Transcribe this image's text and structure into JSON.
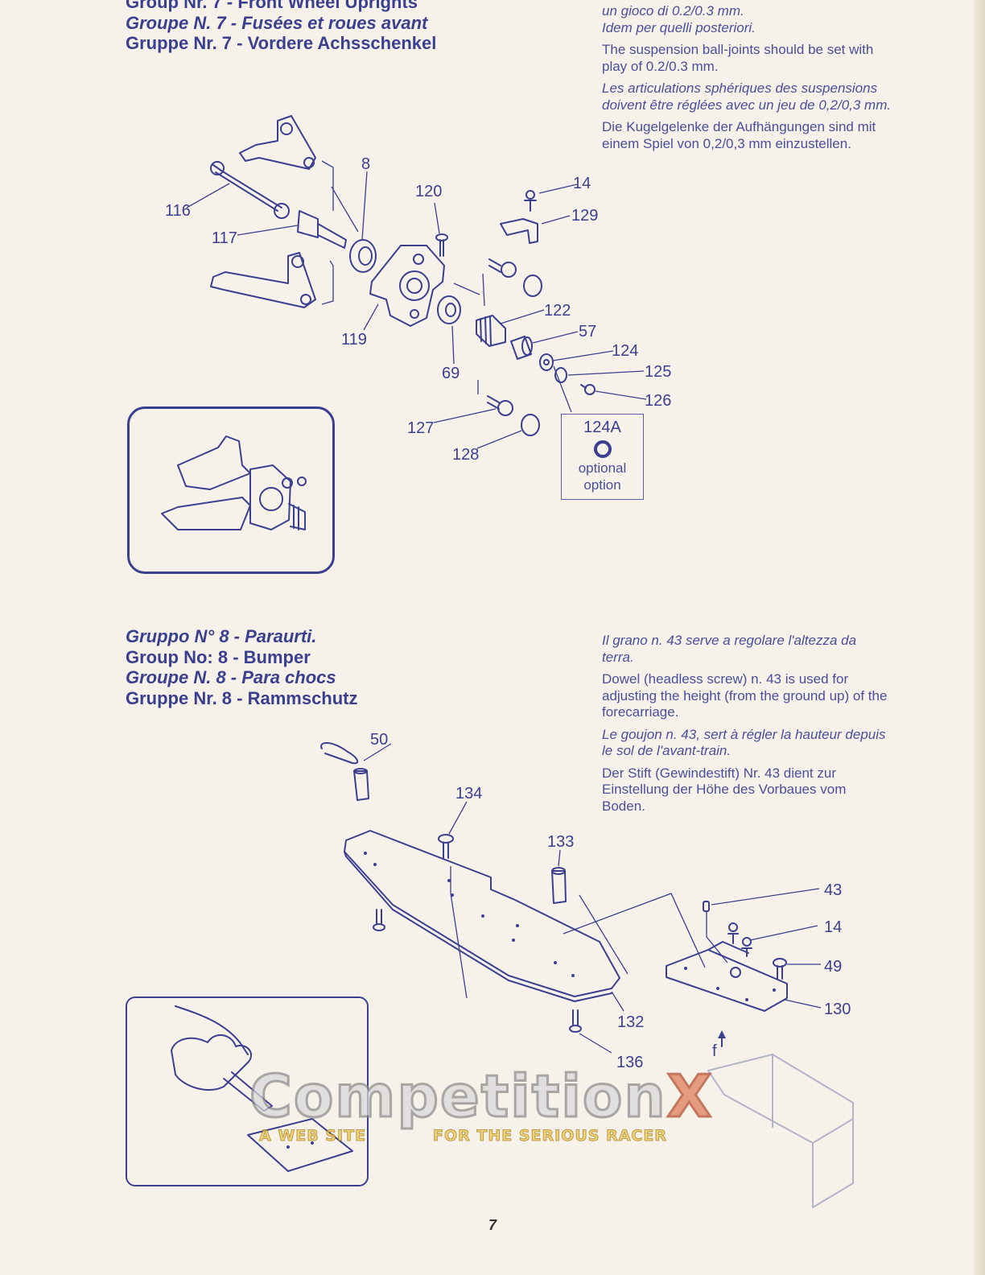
{
  "group7": {
    "title_en_partial": "Group Nr. 7 - Front Wheel Uprights",
    "title_fr": "Groupe N. 7 - Fusées et roues avant",
    "title_de": "Gruppe Nr. 7 - Vordere Achsschenkel"
  },
  "note7": {
    "it_partial": "un gioco di 0.2/0.3 mm.",
    "it_line2": "Idem per quelli posteriori.",
    "en": "The suspension ball-joints should be set with play of 0.2/0.3 mm.",
    "fr": "Les articulations sphériques des suspensions doivent être réglées avec un jeu de 0,2/0,3 mm.",
    "de": "Die Kugelgelenke der Aufhängungen sind mit einem Spiel von 0,2/0,3 mm einzustellen."
  },
  "parts7": {
    "p8": "8",
    "p116": "116",
    "p117": "117",
    "p119": "119",
    "p120": "120",
    "p14": "14",
    "p129": "129",
    "p122": "122",
    "p57": "57",
    "p124": "124",
    "p125": "125",
    "p126": "126",
    "p69": "69",
    "p127": "127",
    "p128": "128"
  },
  "option": {
    "code": "124A",
    "it": "optional",
    "fr": "option"
  },
  "group8": {
    "title_it": "Gruppo N° 8 - Paraurti.",
    "title_en": "Group No: 8 - Bumper",
    "title_fr": "Groupe N. 8 - Para chocs",
    "title_de": "Gruppe Nr. 8 - Rammschutz"
  },
  "note8": {
    "it": "Il grano n. 43 serve a regolare l'altezza da terra.",
    "en": "Dowel (headless screw) n. 43 is used for adjusting the height (from the ground up) of the forecarriage.",
    "fr": "Le goujon n. 43, sert à régler la hauteur depuis le sol de l'avant-train.",
    "de": "Der Stift (Gewindestift) Nr. 43 dient zur Einstellung der Höhe des Vorbaues vom Boden."
  },
  "parts8": {
    "p50": "50",
    "p134": "134",
    "p133": "133",
    "p43": "43",
    "p14": "14",
    "p49": "49",
    "p130": "130",
    "p132": "132",
    "p136": "136",
    "f": "f"
  },
  "watermark": {
    "brand": "Competition",
    "x": "X",
    "sub_left": "A WEB SITE",
    "sub_right": "FOR THE SERIOUS RACER"
  },
  "page_number": "7",
  "colors": {
    "ink": "#3b3f8f",
    "paper": "#f6f2e9"
  }
}
